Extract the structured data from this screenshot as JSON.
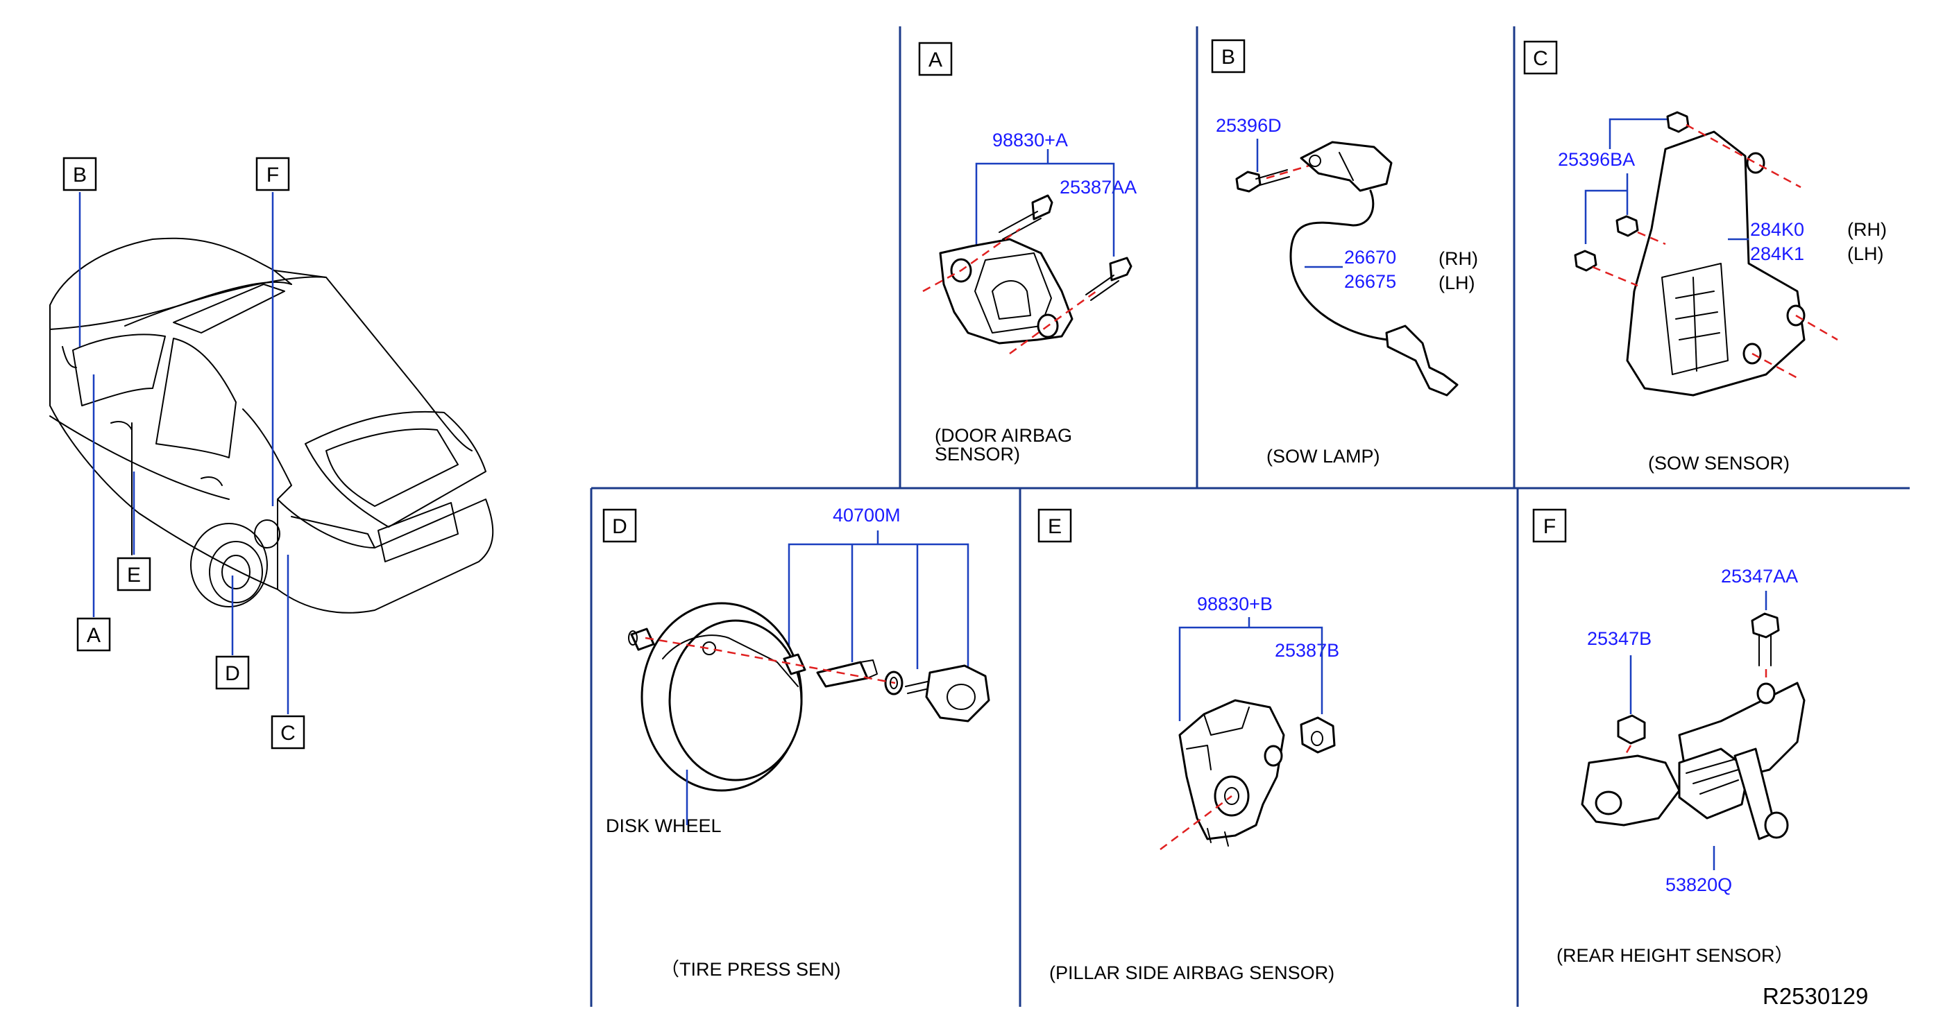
{
  "reference_code": "R2530129",
  "car_callouts": [
    "B",
    "F",
    "E",
    "A",
    "D",
    "C"
  ],
  "panels": {
    "A": {
      "key": "A",
      "caption_line1": "(DOOR   AIRBAG",
      "caption_line2": "SENSOR)",
      "parts": [
        "98830+A",
        "25387AA"
      ]
    },
    "B": {
      "key": "B",
      "caption": "(SOW   LAMP)",
      "parts": [
        "25396D",
        "26670",
        "26675"
      ],
      "sides": [
        "(RH)",
        "(LH)"
      ]
    },
    "C": {
      "key": "C",
      "caption": "(SOW   SENSOR)",
      "parts": [
        "25396BA",
        "284K0",
        "284K1"
      ],
      "sides": [
        "(RH)",
        "(LH)"
      ]
    },
    "D": {
      "key": "D",
      "caption": "（TIRE   PRESS   SEN)",
      "parts": [
        "40700M"
      ],
      "note": "DISK   WHEEL"
    },
    "E": {
      "key": "E",
      "caption": "(PILLAR   SIDE   AIRBAG   SENSOR)",
      "parts": [
        "98830+B",
        "25387B"
      ]
    },
    "F": {
      "key": "F",
      "caption": "(REAR   HEIGHT   SENSOR）",
      "parts": [
        "25347AA",
        "25347B",
        "53820Q"
      ]
    }
  },
  "colors": {
    "part_number": "#1a1aff",
    "leader_line": "#1a3fbf",
    "center_line": "#e02020",
    "divider": "#1b3a8a"
  }
}
